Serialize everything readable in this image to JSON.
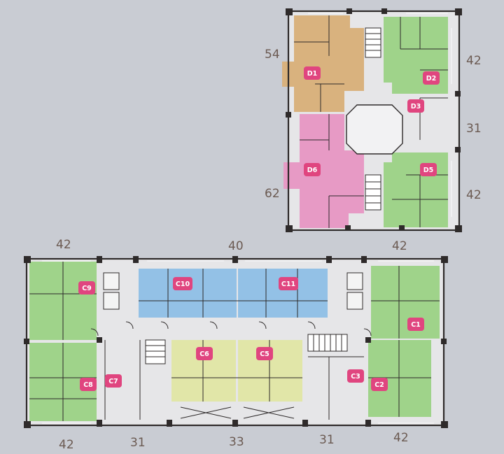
{
  "units": {
    "D1": "D1",
    "D2": "D2",
    "D3": "D3",
    "D5": "D5",
    "D6": "D6",
    "C1": "C1",
    "C2": "C2",
    "C3": "C3",
    "C5": "C5",
    "C6": "C6",
    "C7": "C7",
    "C8": "C8",
    "C9": "C9",
    "C10": "C10",
    "C11": "C11"
  },
  "dimensions": {
    "top_left_upper": "54",
    "top_left_lower": "62",
    "top_right_1": "42",
    "top_right_2": "31",
    "top_right_3": "42",
    "bottom_top_left": "42",
    "bottom_top_mid": "40",
    "bottom_top_right": "42",
    "bottom_1": "42",
    "bottom_2": "31",
    "bottom_3": "33",
    "bottom_4": "31",
    "bottom_5": "42"
  },
  "colors": {
    "background": "#c9ccd3",
    "orange_unit": "#d9b27e",
    "green_unit": "#9fd38a",
    "pink_unit": "#e79ac5",
    "blue_unit": "#93c1e6",
    "yellow_unit": "#e1e6a8",
    "common_area": "#e6e6e8",
    "badge": "#e0457f"
  }
}
